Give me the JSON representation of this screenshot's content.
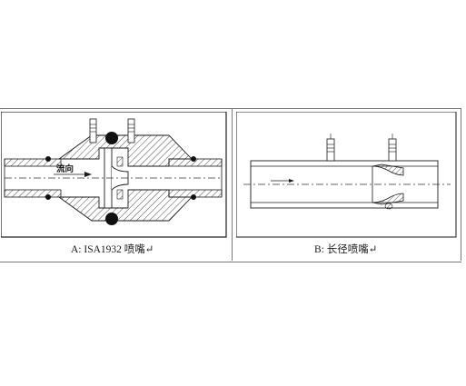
{
  "figure": {
    "panel_a": {
      "flow_label": "流向",
      "caption": "A: ISA1932 喷嘴↵"
    },
    "panel_b": {
      "caption": "B: 长径喷嘴↵"
    }
  },
  "colors": {
    "line": "#1a1a1a",
    "hatch": "#4a4a4a",
    "centerline": "#333333",
    "border": "#7a7a7a"
  }
}
